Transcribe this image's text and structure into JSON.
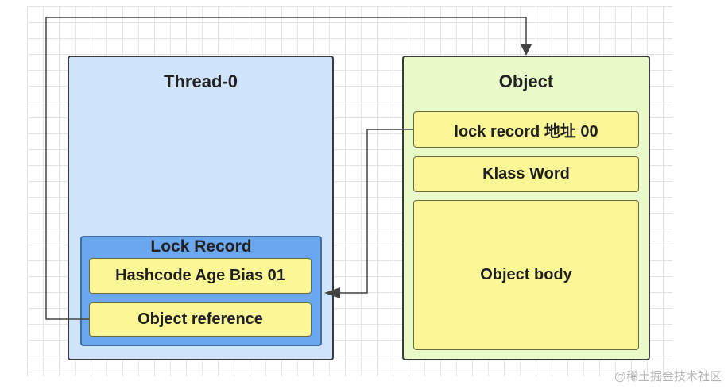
{
  "thread": {
    "title": "Thread-0",
    "lock_record": {
      "title": "Lock Record",
      "hashcode_field": "Hashcode Age Bias 01",
      "reference_field": "Object reference"
    }
  },
  "object": {
    "title": "Object",
    "mark_word": "lock  record 地址 00",
    "klass_word": "Klass Word",
    "body": "Object body"
  },
  "watermark": "@稀土掘金技术社区",
  "colors": {
    "thread_bg": "#cfe3fb",
    "object_bg": "#e8fbc9",
    "lock_record_bg": "#6aa7ee",
    "field_bg": "#fcf796"
  }
}
